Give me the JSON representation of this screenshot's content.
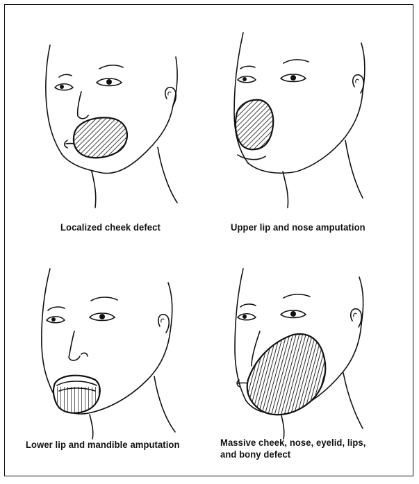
{
  "figure": {
    "panels": [
      {
        "id": "localized-cheek",
        "caption": "Localized cheek defect"
      },
      {
        "id": "upper-lip-nose",
        "caption": "Upper lip and nose amputation"
      },
      {
        "id": "lower-lip-mandible",
        "caption": "Lower lip and mandible amputation"
      },
      {
        "id": "massive-defect",
        "caption": "Massive cheek, nose, eyelid, lips,\nand bony defect"
      }
    ]
  }
}
